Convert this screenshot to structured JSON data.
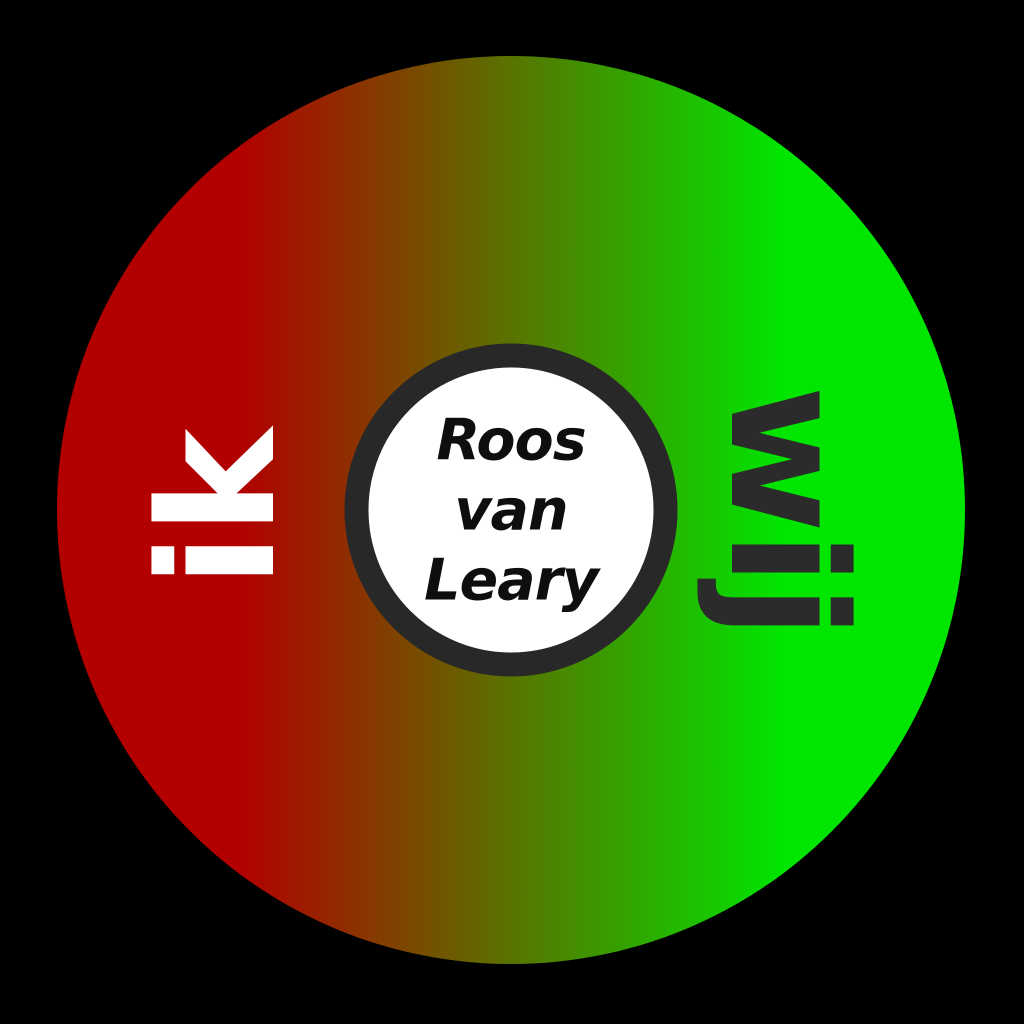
{
  "title": "Roos van Leary",
  "wheel": {
    "left_label": "ik",
    "right_label": "wij"
  },
  "center": {
    "lines": [
      "Roos",
      "van",
      "Leary"
    ]
  },
  "colors": {
    "background": "#000000",
    "gradient-left": "#b20000",
    "gradient-right": "#00e600",
    "left-label-text": "#ffffff",
    "right-label-text": "#2b2b2b",
    "hub-ring": "#282828",
    "hub-fill": "#ffffff",
    "hub-text": "#0e0e0e"
  }
}
